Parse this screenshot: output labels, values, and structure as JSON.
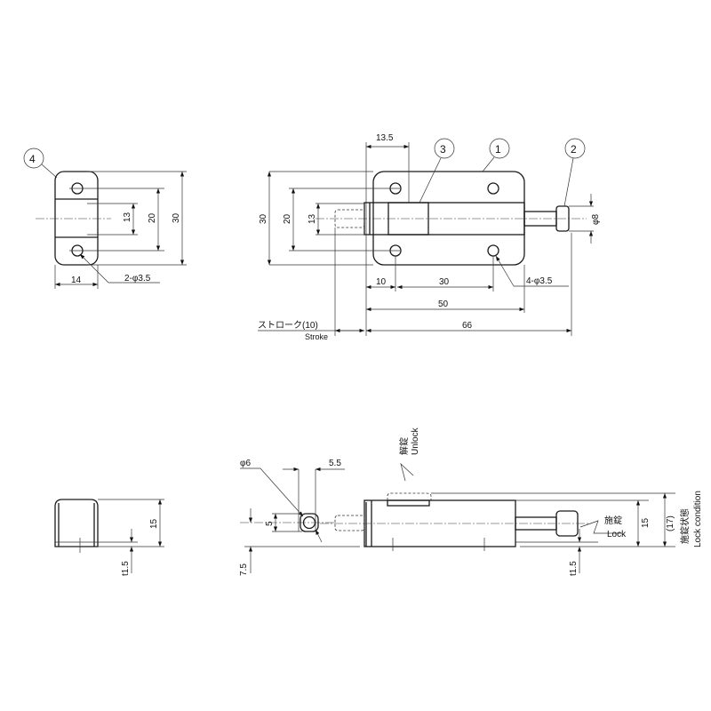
{
  "callouts": {
    "item1": "1",
    "item2": "2",
    "item3": "3",
    "item4": "4"
  },
  "left_view": {
    "dim_13": "13",
    "dim_20": "20",
    "dim_30": "30",
    "dim_14": "14",
    "holes": "2-φ3.5"
  },
  "main_view": {
    "dim_13_5": "13.5",
    "dim_30_left": "30",
    "dim_20_left": "20",
    "dim_13_left": "13",
    "dim_phi8": "φ8",
    "dim_10": "10",
    "dim_30": "30",
    "holes": "4-φ3.5",
    "dim_50": "50",
    "dim_66": "66",
    "stroke_jp": "ストローク(10)",
    "stroke_en": "Stroke"
  },
  "side_left": {
    "dim_15": "15",
    "dim_t1_5": "t1.5"
  },
  "end_view": {
    "dim_phi6": "φ6",
    "dim_5_5": "5.5",
    "dim_5": "5",
    "dim_7_5": "7.5"
  },
  "side_main": {
    "unlock_jp": "解錠",
    "unlock_en": "Unlock",
    "lock_jp": "施錠",
    "lock_en": "Lock",
    "dim_15": "15",
    "dim_17": "(17)",
    "dim_t1_5": "t1.5",
    "lock_condition_jp": "施錠状態",
    "lock_condition_en": "Lock condition"
  }
}
